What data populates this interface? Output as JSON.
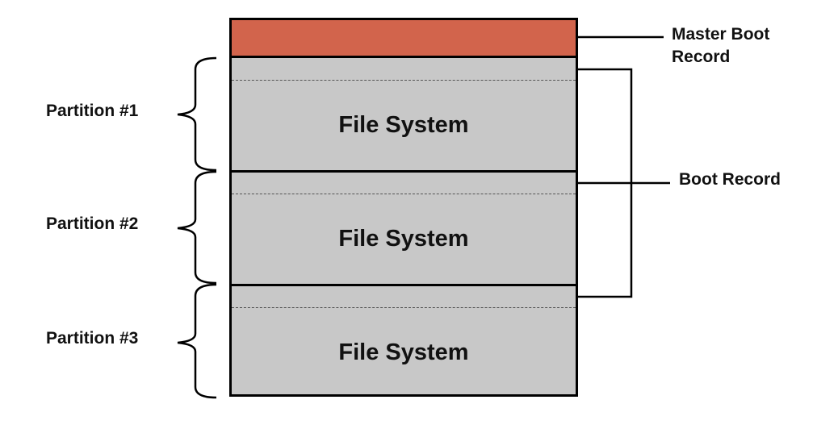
{
  "mbr": {
    "label_line1": "Master Boot",
    "label_line2": "Record",
    "color": "#d2644c"
  },
  "boot_record": {
    "label": "Boot Record"
  },
  "partitions": [
    {
      "label": "Partition #1",
      "fs_label": "File System"
    },
    {
      "label": "Partition #2",
      "fs_label": "File System"
    },
    {
      "label": "Partition #3",
      "fs_label": "File System"
    }
  ],
  "colors": {
    "partition_fill": "#c8c8c8",
    "outline": "#000000"
  }
}
